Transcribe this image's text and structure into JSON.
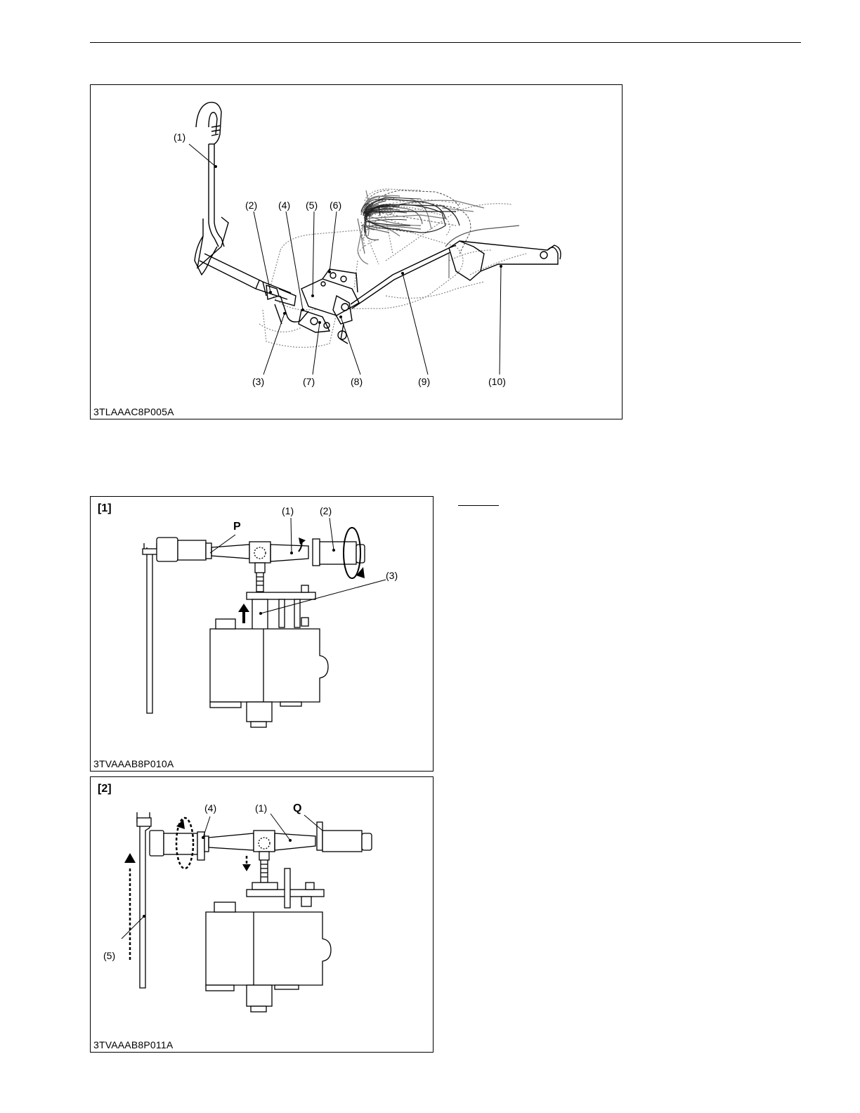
{
  "figure_top": {
    "code": "3TLAAAC8P005A",
    "callouts": [
      "(1)",
      "(2)",
      "(4)",
      "(5)",
      "(6)",
      "(3)",
      "(7)",
      "(8)",
      "(9)",
      "(10)"
    ]
  },
  "figure_panel_1": {
    "tag": "[1]",
    "code": "3TVAAAB8P010A",
    "label_p": "P",
    "callouts": [
      "(1)",
      "(2)",
      "(3)"
    ]
  },
  "figure_panel_2": {
    "tag": "[2]",
    "code": "3TVAAAB8P011A",
    "label_q": "Q",
    "callouts": [
      "(4)",
      "(1)",
      "(5)"
    ]
  }
}
